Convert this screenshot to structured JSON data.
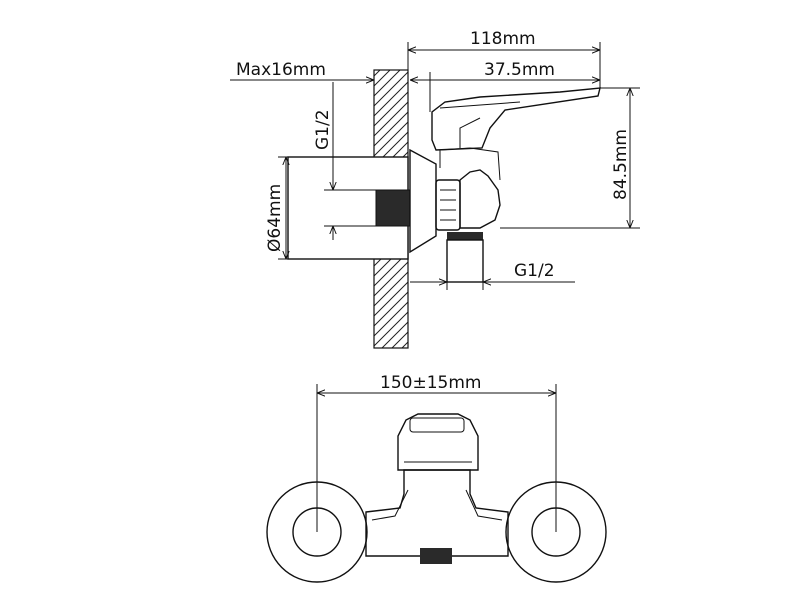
{
  "dimensions": {
    "overall_length": "118mm",
    "handle_offset": "37.5mm",
    "wall_max": "Max16mm",
    "height": "84.5mm",
    "flange_diameter": "Ø64mm",
    "inlet_thread": "G1/2",
    "outlet_thread": "G1/2",
    "center_distance": "150±15mm"
  }
}
